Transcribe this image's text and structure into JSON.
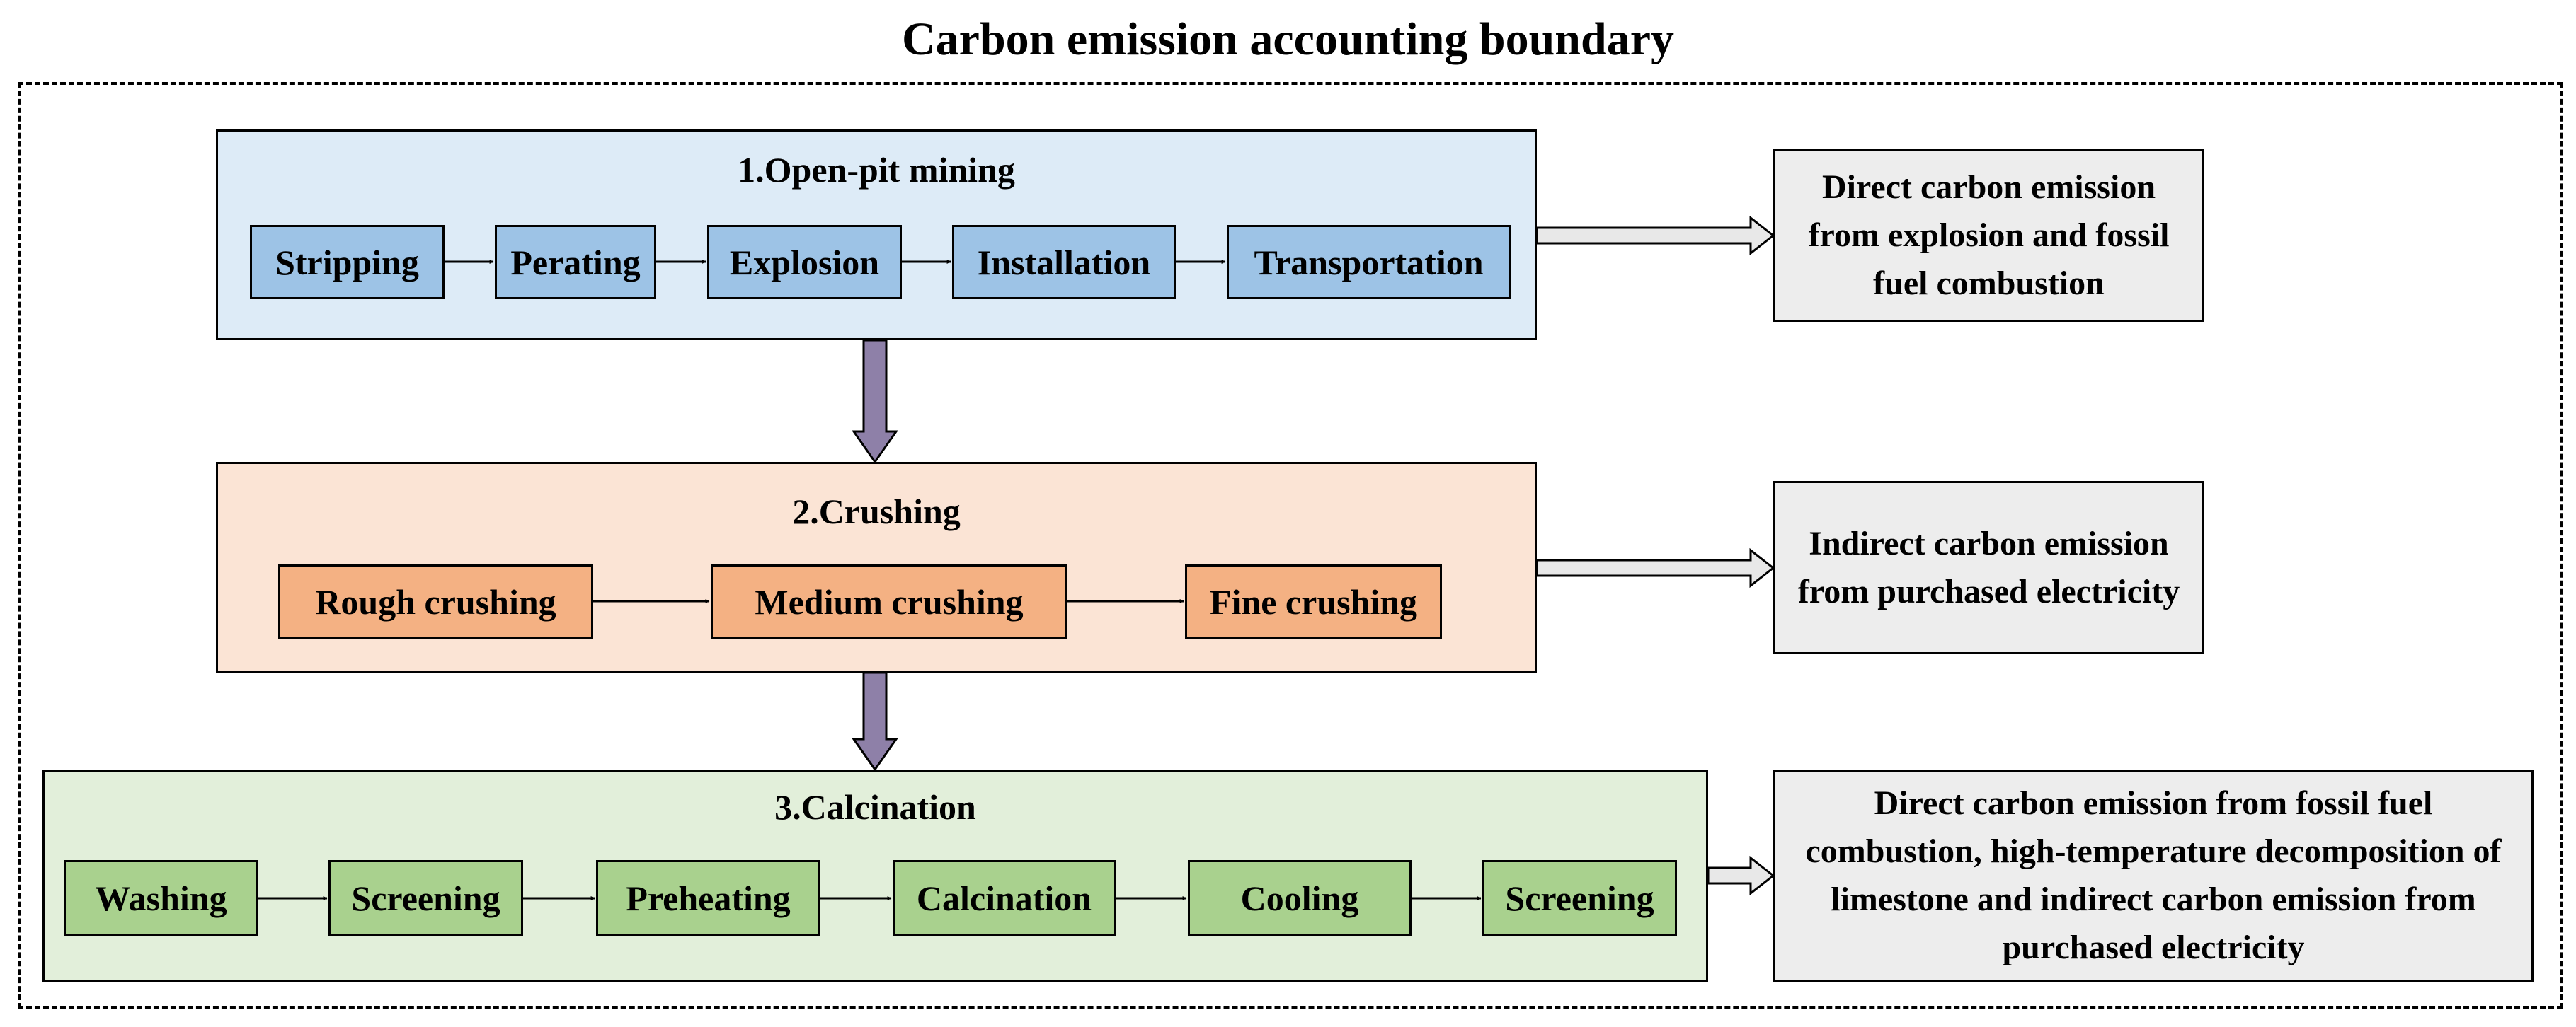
{
  "title": "Carbon emission accounting boundary",
  "colors": {
    "stage1_fill": "#ddebf7",
    "stage1_step": "#9dc3e6",
    "stage2_fill": "#fbe4d5",
    "stage2_step": "#f4b183",
    "stage3_fill": "#e2efda",
    "stage3_step": "#a9d18e",
    "output_fill": "#ededed",
    "flow_arrow": "#8e80a8"
  },
  "stages": [
    {
      "title": "1.Open-pit mining",
      "steps": [
        "Stripping",
        "Perating",
        "Explosion",
        "Installation",
        "Transportation"
      ]
    },
    {
      "title": "2.Crushing",
      "steps": [
        "Rough crushing",
        "Medium crushing",
        "Fine crushing"
      ]
    },
    {
      "title": "3.Calcination",
      "steps": [
        "Washing",
        "Screening",
        "Preheating",
        "Calcination",
        "Cooling",
        "Screening"
      ]
    }
  ],
  "outputs": [
    "Direct carbon emission from explosion and fossil fuel combustion",
    "Indirect carbon emission from purchased electricity",
    "Direct carbon emission from fossil fuel combustion, high-temperature decomposition of limestone and indirect carbon emission from purchased electricity"
  ]
}
